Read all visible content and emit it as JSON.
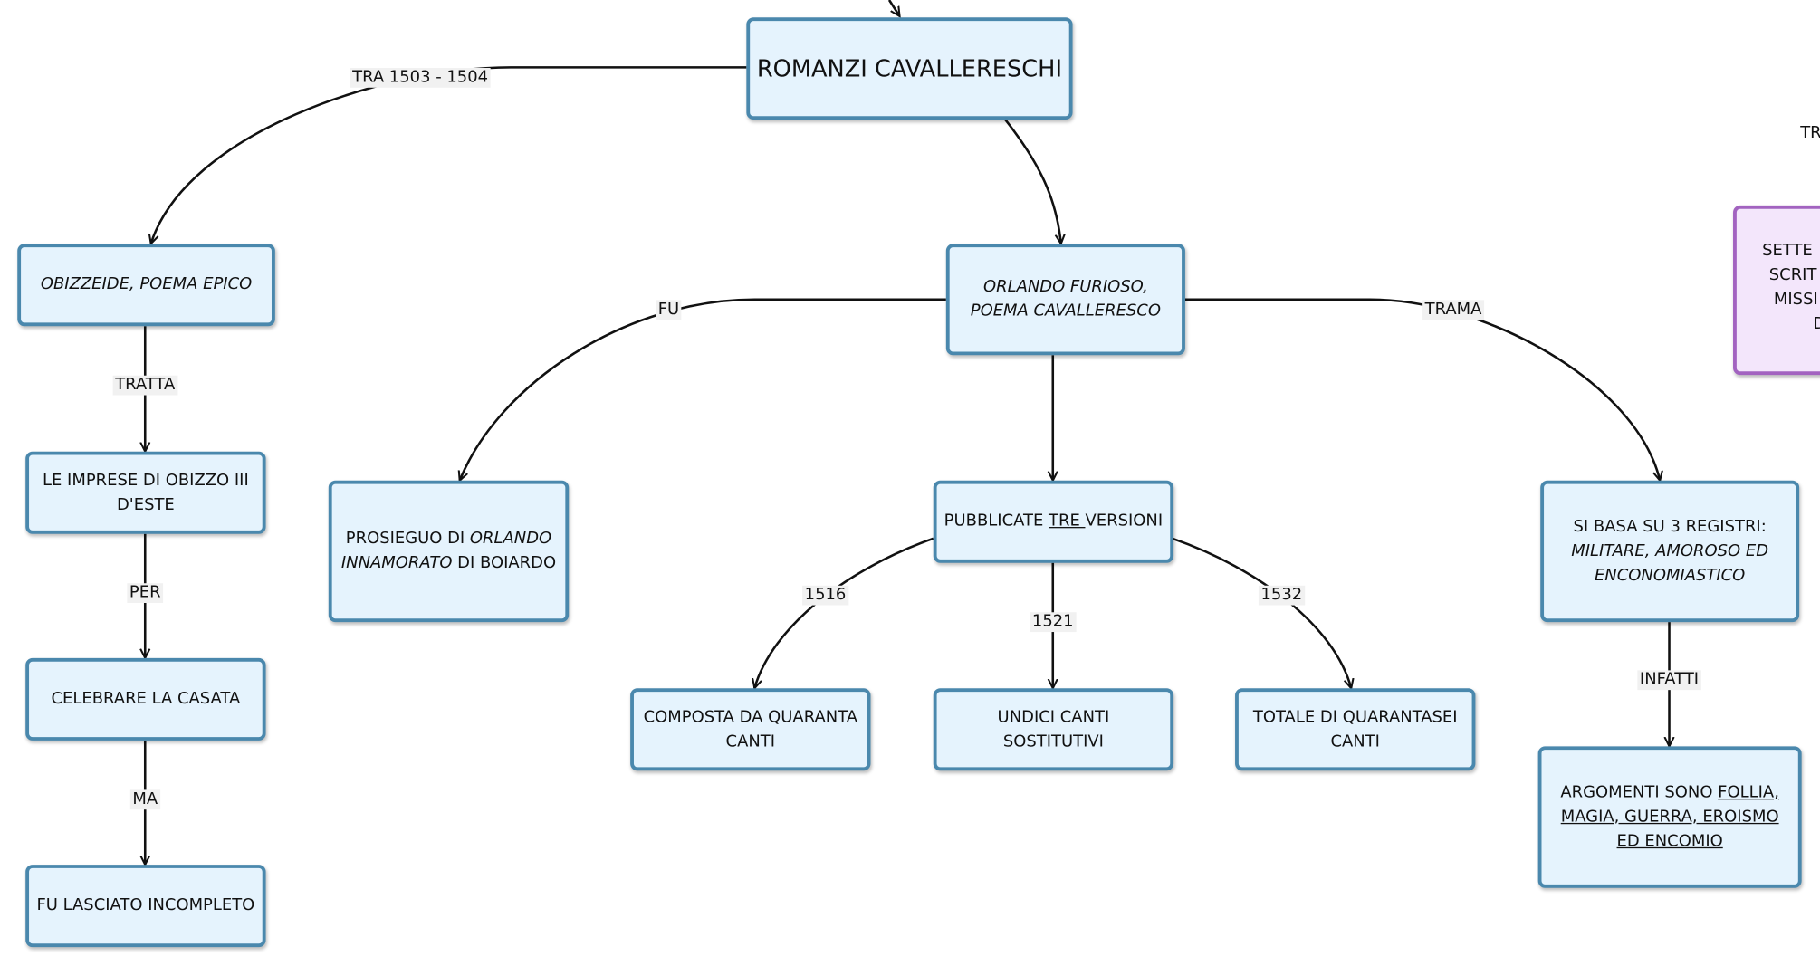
{
  "nodes": {
    "romanzi": "ROMANZI CAVALLERESCHI",
    "obizzeide": "OBIZZEIDE, POEMA EPICO",
    "orlando_line1": "ORLANDO FURIOSO,",
    "orlando_line2": "POEMA CAVALLERESCO",
    "imprese": "LE IMPRESE DI OBIZZO III D'ESTE",
    "celebrare": "CELEBRARE LA CASATA",
    "lasciato": "FU LASCIATO INCOMPLETO",
    "prosieguo_a": "PROSIEGUO DI ",
    "prosieguo_b": "ORLANDO INNAMORATO",
    "prosieguo_c": " DI BOIARDO",
    "pubblicate_a": "PUBBLICATE ",
    "pubblicate_b": "TRE ",
    "pubblicate_c": "VERSIONI",
    "composta": "COMPOSTA DA QUARANTA CANTI",
    "undici": "UNDICI CANTI SOSTITUTIVI",
    "totale": "TOTALE DI QUARANTASEI CANTI",
    "registri_a": "SI BASA SU 3 REGISTRI:",
    "registri_b": "MILITARE, AMOROSO ED ENCONOMIASTICO",
    "argomenti_a": "ARGOMENTI SONO ",
    "argomenti_b": "FOLLIA, MAGIA, GUERRA, EROISMO ED ENCOMIO",
    "partial_line1": "SETTE",
    "partial_line2": "SCRIT",
    "partial_line3": "MISSI",
    "partial_line4": "D"
  },
  "edge_labels": {
    "tra": "TRA 1503 - 1504",
    "fu": "FU",
    "trama": "TRAMA",
    "tratta": "TRATTA",
    "per": "PER",
    "ma": "MA",
    "y1516": "1516",
    "y1521": "1521",
    "y1532": "1532",
    "infatti": "INFATTI",
    "partial_tr": "TR"
  },
  "colors": {
    "node_border": "#4a88ad",
    "node_fill": "#e5f3fd",
    "purple_border": "#a263c0",
    "purple_fill": "#f3e6fb",
    "edge": "#111111"
  }
}
